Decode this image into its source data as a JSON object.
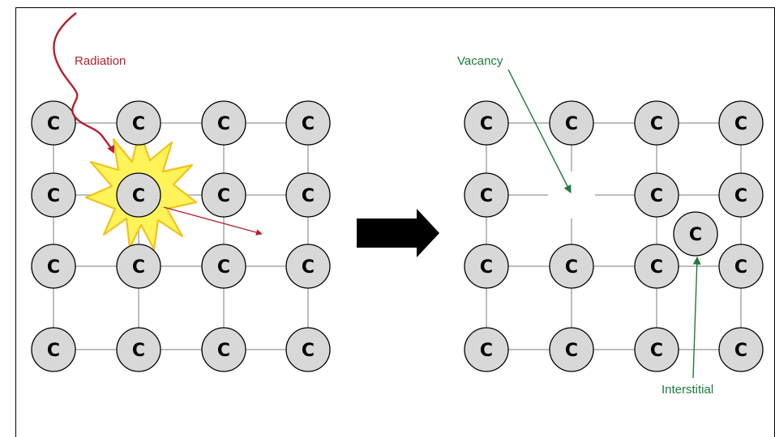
{
  "atom_symbol": "C",
  "labels": {
    "radiation": "Radiation",
    "vacancy": "Vacancy",
    "interstitial": "Interstitial"
  },
  "colors": {
    "radiation": "#b5202e",
    "annotation": "#1f7a3a",
    "atom_fill": "#d8d8d8",
    "bond": "#bdbdbd",
    "explosion_fill": "#fff35a",
    "explosion_stroke": "#f2c21a",
    "arrow": "#000000",
    "frame": "#000000"
  },
  "icons": {
    "transition": "right-arrow-icon",
    "impact": "starburst-icon"
  }
}
